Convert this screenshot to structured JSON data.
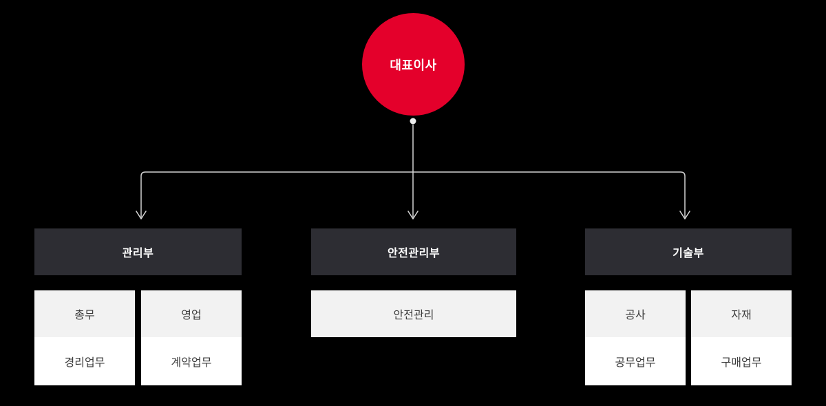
{
  "root": {
    "label": "대표이사"
  },
  "departments": [
    {
      "name": "관리부",
      "teams": [
        {
          "title": "총무",
          "duty": "경리업무"
        },
        {
          "title": "영업",
          "duty": "계약업무"
        }
      ]
    },
    {
      "name": "안전관리부",
      "teams": [
        {
          "title": "안전관리"
        }
      ]
    },
    {
      "name": "기술부",
      "teams": [
        {
          "title": "공사",
          "duty": "공무업무"
        },
        {
          "title": "자재",
          "duty": "구매업무"
        }
      ]
    }
  ],
  "colors": {
    "background": "#000000",
    "ceo_circle": "#e4002b",
    "dept_header": "#2d2d33",
    "team_top": "#f2f2f2",
    "team_bottom": "#ffffff",
    "connector_line": "#d2d2d2"
  }
}
